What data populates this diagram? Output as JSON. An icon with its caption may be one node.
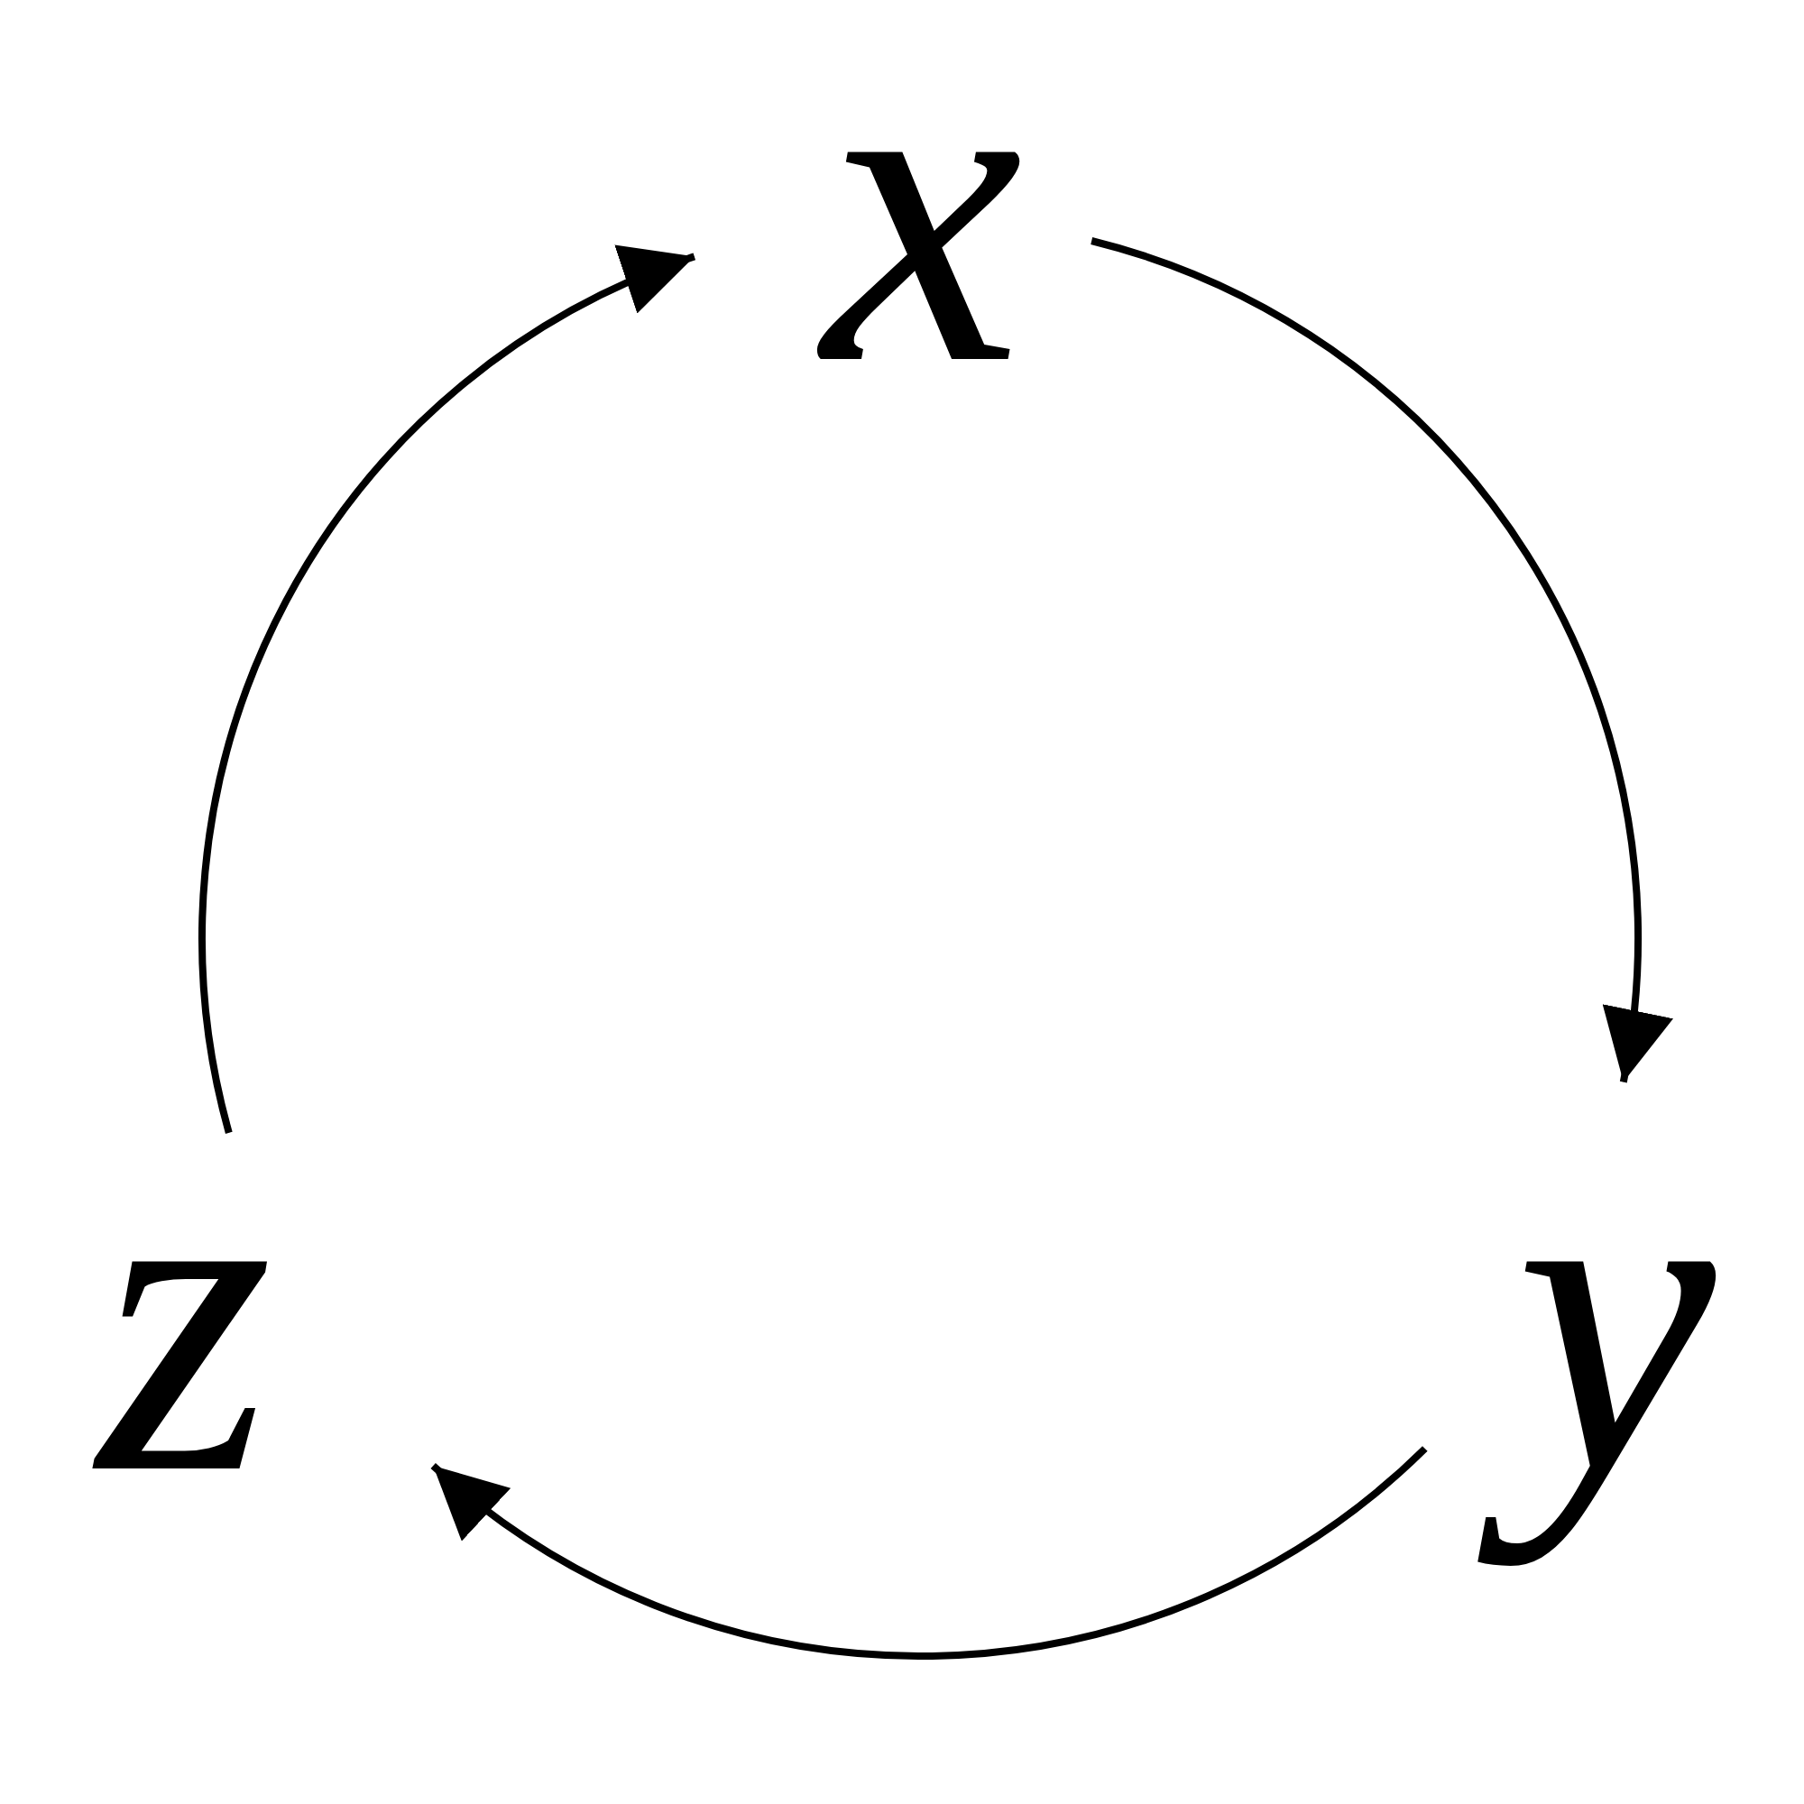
{
  "diagram": {
    "nodes": [
      {
        "text": [
          "x"
        ]
      },
      {
        "text": [
          "y"
        ]
      },
      {
        "text": [
          "z"
        ]
      }
    ],
    "edges": [
      {
        "from": 0,
        "to": 1,
        "arrow": "to"
      },
      {
        "from": 1,
        "to": 2,
        "arrow": "to"
      },
      {
        "from": 2,
        "to": 0,
        "arrow": "to"
      }
    ]
  }
}
